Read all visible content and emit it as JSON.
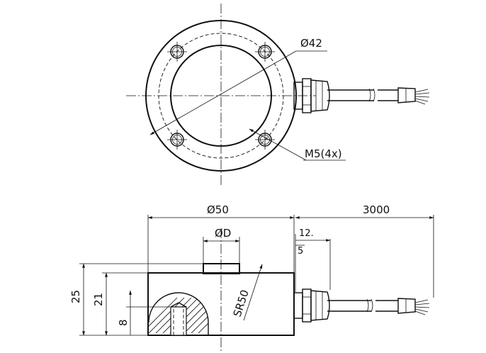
{
  "top_view": {
    "dim_outer_diameter": "Ø42",
    "dim_mount_holes": "M5(4x)"
  },
  "side_view": {
    "dim_overall_diameter": "Ø50",
    "dim_cable_length": "3000",
    "dim_button_diameter": "ØD",
    "dim_gland_offset": "12.",
    "dim_gland_small": "5",
    "dim_total_height": "25",
    "dim_body_height": "21",
    "dim_hole_depth": "8",
    "dim_sphere_radius": "SR50"
  },
  "colors": {
    "line": "#111111",
    "background": "#ffffff"
  }
}
